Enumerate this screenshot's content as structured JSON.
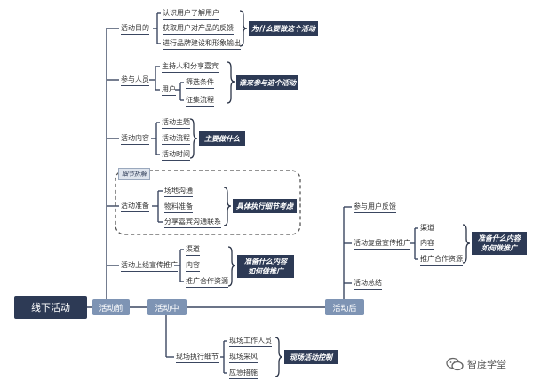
{
  "root": "线下活动",
  "phases": {
    "before": "活动前",
    "during": "活动中",
    "after": "活动后"
  },
  "before": {
    "purpose": {
      "label": "活动目的",
      "items": [
        "认识用户了解用户",
        "获取用户对产品的反馈",
        "进行品牌建设和形象输出"
      ],
      "note": "为什么要做这个活动"
    },
    "people": {
      "label": "参与人员",
      "host": "主持人和分享嘉宾",
      "user": "用户",
      "user_items": [
        "筛选条件",
        "征集流程"
      ],
      "note": "谁来参与这个活动"
    },
    "content": {
      "label": "活动内容",
      "items": [
        "活动主题",
        "活动流程",
        "活动时间"
      ],
      "note": "主要做什么"
    },
    "prep": {
      "tag": "细节拆解",
      "label": "活动准备",
      "items": [
        "场地沟通",
        "物料准备",
        "分享嘉宾沟通联系"
      ],
      "note": "具体执行细节考虑"
    },
    "promo": {
      "label": "活动上线宣传推广",
      "items": [
        "渠道",
        "内容",
        "推广合作资源"
      ],
      "note_line1": "准备什么内容",
      "note_line2": "如何做推广"
    }
  },
  "during": {
    "exec": {
      "label": "现场执行细节",
      "items": [
        "现场工作人员",
        "现场采风",
        "应急措施"
      ],
      "note": "现场活动控制"
    }
  },
  "after": {
    "feedback": "参与用户反馈",
    "review": {
      "label": "活动复盘宣传推广",
      "items": [
        "渠道",
        "内容",
        "推广合作资源"
      ],
      "note_line1": "准备什么内容",
      "note_line2": "如何做推广"
    },
    "summary": "活动总结"
  },
  "brand": "智度学堂",
  "colors": {
    "dark": "#2d3a55",
    "phase": "#7e94b4",
    "line": "#3a4660"
  }
}
